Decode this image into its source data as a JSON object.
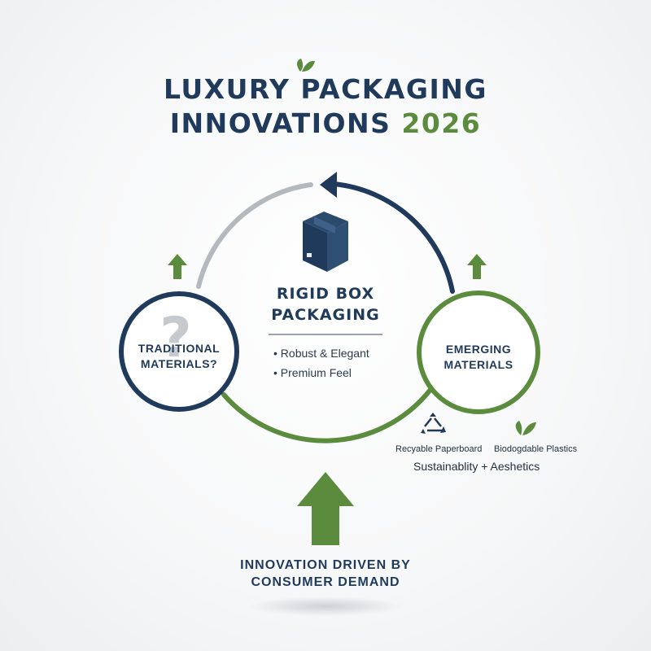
{
  "title": {
    "line1": "LUXURY PACKAGING",
    "line2": "INNOVATIONS",
    "year": "2026"
  },
  "center": {
    "title_line1": "RIGID BOX",
    "title_line2": "PACKAGING",
    "bullets": [
      "• Robust & Elegant",
      "• Premium Feel"
    ]
  },
  "left_node": {
    "line1": "TRADITIONAL",
    "line2": "MATERIALS?",
    "icon": "question-mark-icon"
  },
  "right_node": {
    "line1": "EMERGING",
    "line2": "MATERIALS"
  },
  "materials": [
    {
      "label": "Recyable Paperboard",
      "icon": "recycle-icon"
    },
    {
      "label": "Biodogdable Plastics",
      "icon": "leaf-icon"
    }
  ],
  "materials_caption": "Sustainablity + Aeshetics",
  "bottom": {
    "line1": "INNOVATION DRIVEN BY",
    "line2": "CONSUMER DEMAND"
  },
  "colors": {
    "navy": "#1f3a5a",
    "green": "#5b8c3e",
    "gray": "#b4b9be"
  }
}
